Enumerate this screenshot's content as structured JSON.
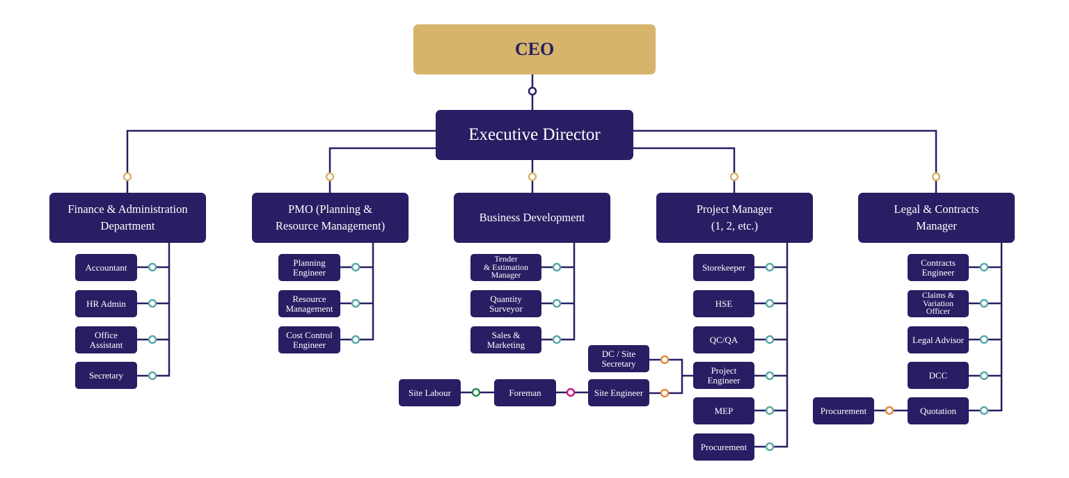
{
  "title": "Organization Chart",
  "colors": {
    "node_fill": "#271e63",
    "ceo_fill": "#d6b46c",
    "line": "#271e63",
    "connector_gold": "#d6b46c",
    "connector_teal": "#5aa7a7",
    "connector_orange": "#e08a3c",
    "connector_magenta": "#c8177f",
    "connector_green": "#1e8a4a",
    "connector_navy": "#271e63"
  },
  "ceo": {
    "label": "CEO"
  },
  "executive": {
    "label": "Executive Director"
  },
  "departments": [
    {
      "label": "Finance & Administration\nDepartment",
      "children": [
        "Accountant",
        "HR Admin",
        "Office\nAssistant",
        "Secretary"
      ]
    },
    {
      "label": "PMO (Planning &\nResource Management)",
      "children": [
        "Planning\nEngineer",
        "Resource\nManagement",
        "Cost Control\nEngineer"
      ]
    },
    {
      "label": "Business Development",
      "children": [
        "Tender\n& Estimation\nManager",
        "Quantity\nSurveyor",
        "Sales &\nMarketing"
      ]
    },
    {
      "label": "Project Manager\n(1, 2, etc.)",
      "children": [
        "Storekeeper",
        "HSE",
        "QC/QA",
        "Project\nEngineer",
        "MEP",
        "Procurement"
      ]
    },
    {
      "label": "Legal & Contracts\nManager",
      "children": [
        "Contracts\nEngineer",
        "Claims &\nVariation\nOfficer",
        "Legal Advisor",
        "DCC",
        "Quotation"
      ]
    }
  ],
  "project_engineer_reports": {
    "dc_site_secretary": "DC / Site\nSecretary",
    "site_engineer": "Site Engineer",
    "foreman": "Foreman",
    "site_labour": "Site Labour"
  },
  "quotation_reports": {
    "procurement": "Procurement"
  }
}
